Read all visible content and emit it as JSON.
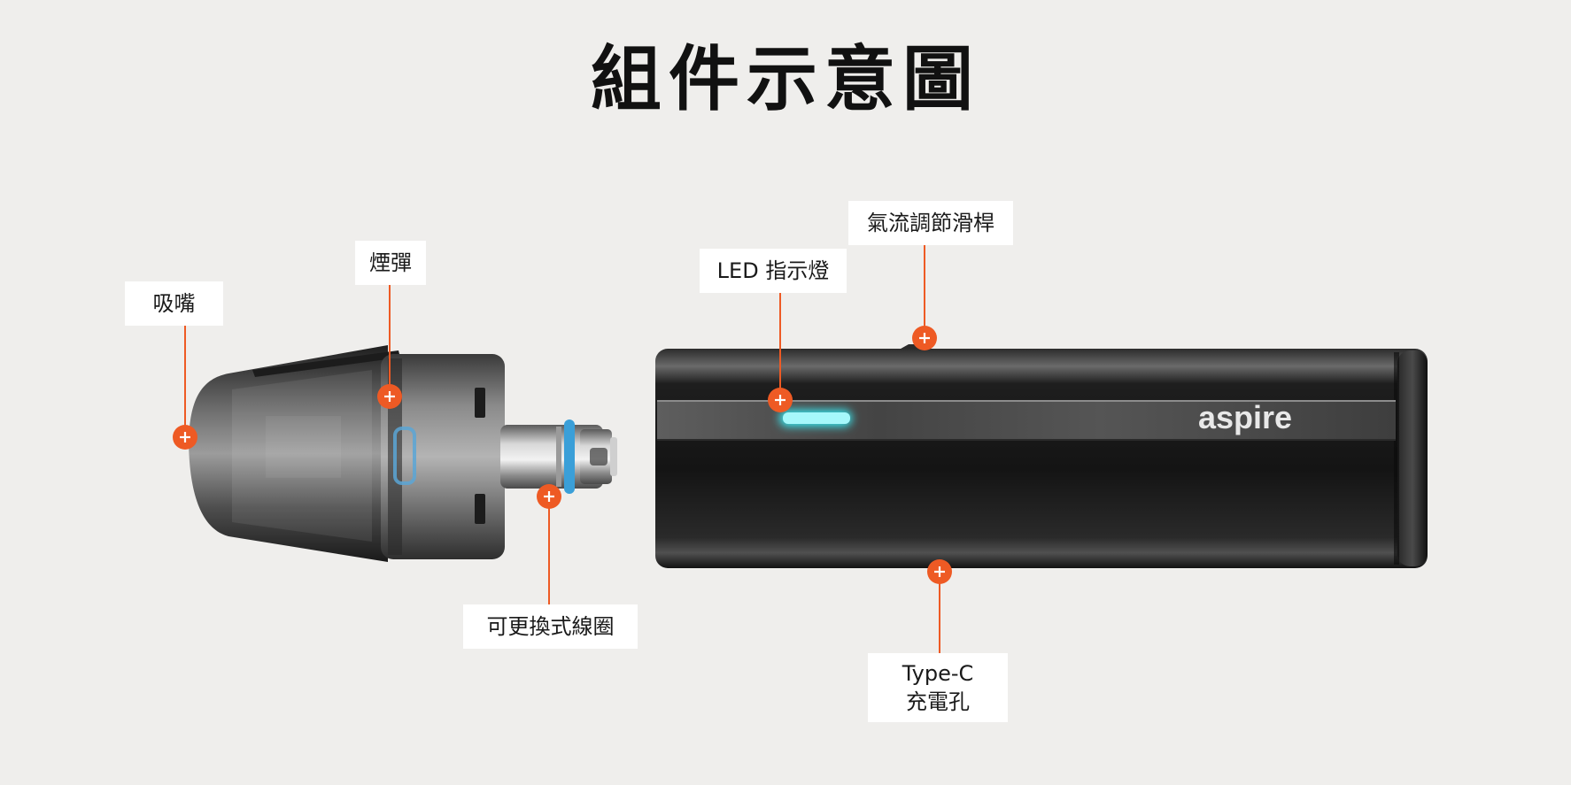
{
  "title": "組件示意圖",
  "device_logo": "aspire",
  "labels": {
    "mouthpiece": "吸嘴",
    "pod": "煙彈",
    "coil": "可更換式線圈",
    "led": "LED 指示燈",
    "airflow": "氣流調節滑桿",
    "typec_line1": "Type-C",
    "typec_line2": "充電孔"
  },
  "colors": {
    "background": "#efeeec",
    "marker": "#ee5a24",
    "led_glow": "#38e6ee",
    "o_ring": "#3a9fd8"
  }
}
